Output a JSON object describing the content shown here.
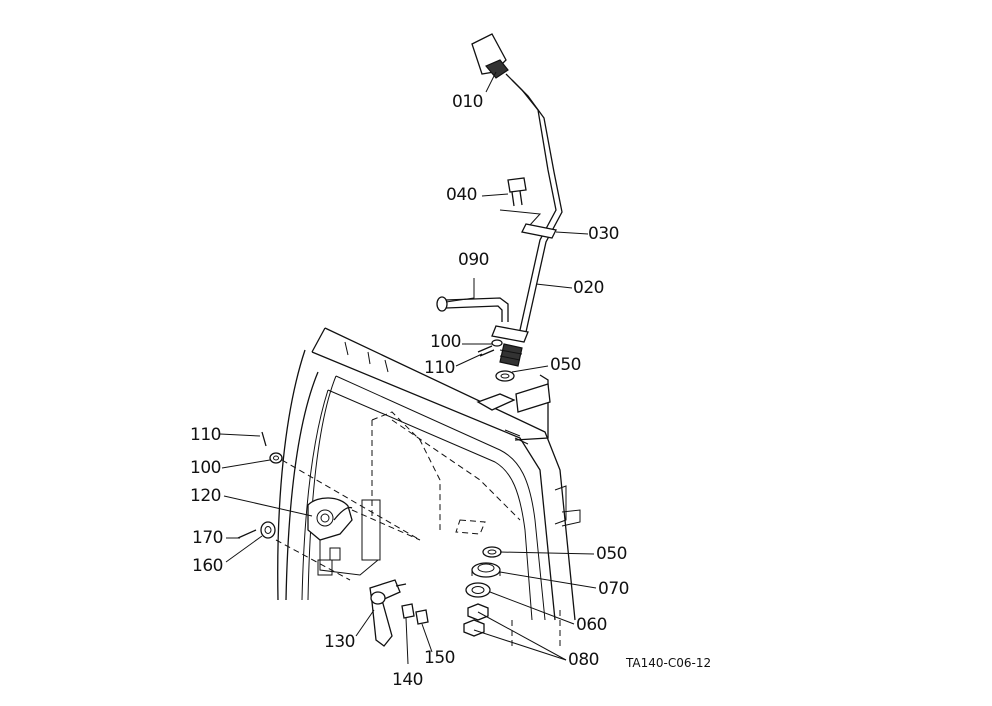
{
  "labels": {
    "p010": "010",
    "p040": "040",
    "p030": "030",
    "p090": "090",
    "p020": "020",
    "p100a": "100",
    "p110a": "110",
    "p050a": "050",
    "p110b": "110",
    "p100b": "100",
    "p120": "120",
    "p170": "170",
    "p160": "160",
    "p050b": "050",
    "p070": "070",
    "p060": "060",
    "p130": "130",
    "p140": "140",
    "p150": "150",
    "p080": "080"
  },
  "drawing_code": "TA140-C06-12"
}
